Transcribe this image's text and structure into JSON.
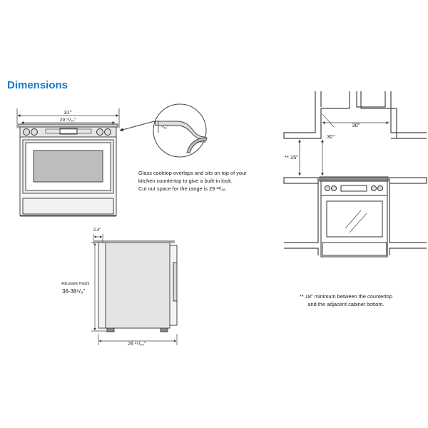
{
  "heading": "Dimensions",
  "front_view": {
    "overall_width": "31\"",
    "cutout_width": "29 ¹³/₁₆\""
  },
  "detail": {
    "overlap": "⁵/₁₆\"",
    "caption": [
      "Glass cooktop overlaps and sits on top of your",
      "kitchen countertop to give a built-in look.",
      "Cut out space for the range is 29 ¹³/₁₆."
    ]
  },
  "side_view": {
    "top_dim": "2.4\"",
    "height_label": "Adjustable Height",
    "height_value": "36-36⁵/₈\"",
    "depth": "26 ¹⁹/₆₄\""
  },
  "install_view": {
    "cabinet_width": "30\"",
    "hood_clearance": "30\"",
    "counter_clearance": "** 15\""
  },
  "footnote": [
    "** 18\" minimum between the countertop",
    "and the adjacent cabinet bottom."
  ],
  "colors": {
    "heading": "#1479c9",
    "stroke": "#444444",
    "panel": "#e4e4e4",
    "window": "#bdbdbd"
  }
}
